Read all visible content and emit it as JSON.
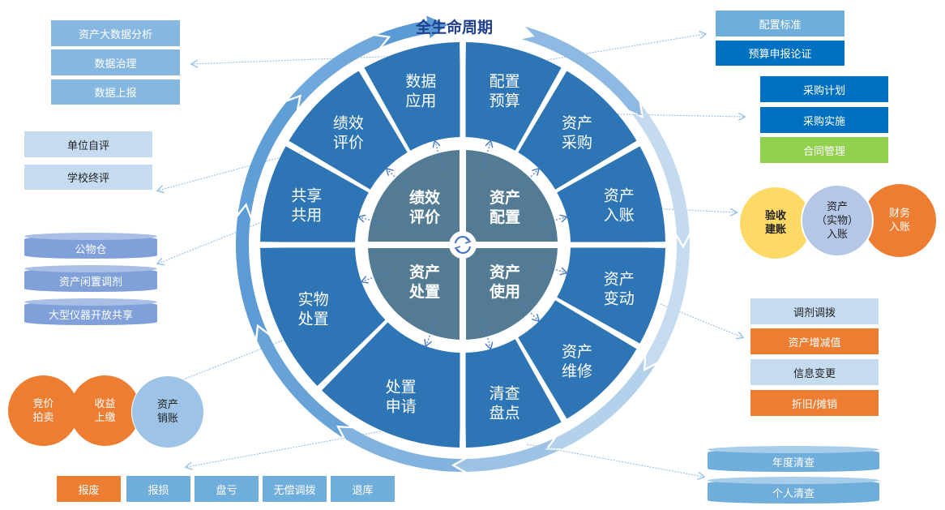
{
  "title": "全生命周期",
  "core": [
    {
      "line1": "绩效",
      "line2": "评价"
    },
    {
      "line1": "资产",
      "line2": "配置"
    },
    {
      "line1": "资产",
      "line2": "使用"
    },
    {
      "line1": "资产",
      "line2": "处置"
    }
  ],
  "segments": [
    {
      "line1": "配置",
      "line2": "预算"
    },
    {
      "line1": "资产",
      "line2": "采购"
    },
    {
      "line1": "资产",
      "line2": "入账"
    },
    {
      "line1": "资产",
      "line2": "变动"
    },
    {
      "line1": "资产",
      "line2": "维修"
    },
    {
      "line1": "清查",
      "line2": "盘点"
    },
    {
      "line1": "处置",
      "line2": "申请"
    },
    {
      "line1": "实物",
      "line2": "处置"
    },
    {
      "line1": "共享",
      "line2": "共用"
    },
    {
      "line1": "绩效",
      "line2": "评价"
    },
    {
      "line1": "数据",
      "line2": "应用"
    }
  ],
  "data_app": [
    "资产大数据分析",
    "数据治理",
    "数据上报"
  ],
  "evaluation": [
    "单位自评",
    "学校终评"
  ],
  "sharing": [
    "公物仓",
    "资产闲置调剂",
    "大型仪器开放共享"
  ],
  "disposal_circles": [
    {
      "line1": "竞价",
      "line2": "拍卖"
    },
    {
      "line1": "收益",
      "line2": "上缴"
    },
    {
      "line1": "资产",
      "line2": "销账"
    }
  ],
  "disposal_types": [
    "报废",
    "报损",
    "盘亏",
    "无偿调拨",
    "退库"
  ],
  "config": [
    "配置标准",
    "预算申报论证"
  ],
  "purchase": [
    "采购计划",
    "采购实施",
    "合同管理"
  ],
  "accounting_circles": [
    {
      "line1": "验收",
      "line2": "建账"
    },
    {
      "line1": "资产",
      "line2": "（实物）",
      "line3": "入账"
    },
    {
      "line1": "财务",
      "line2": "入账"
    }
  ],
  "changes": [
    "调剂调拨",
    "资产增减值",
    "信息变更",
    "折旧/摊销"
  ],
  "inventory": [
    "年度清查",
    "个人清查"
  ],
  "colors": {
    "segment": "#2e75b6",
    "core": "#537b94",
    "orange": "#ed7d31",
    "light": "#c5dcf0",
    "mid": "#85b7e0",
    "deep": "#0070c0",
    "green": "#92d050",
    "yellow": "#ffd966",
    "title": "#1f3f8f"
  }
}
